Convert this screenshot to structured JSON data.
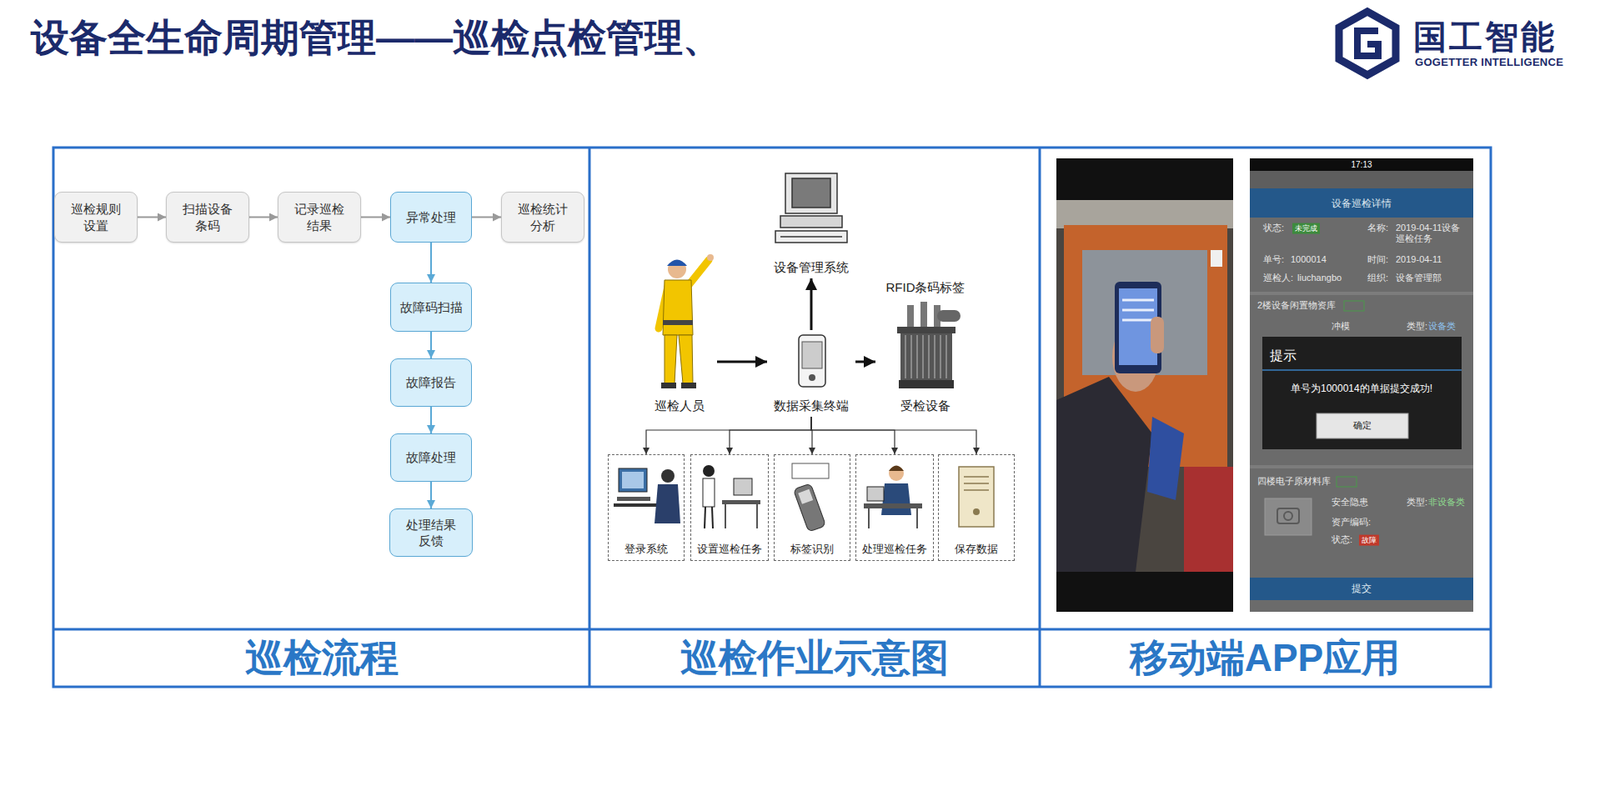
{
  "diagram": {
    "title": "设备全生命周期管理——巡检点检管理、",
    "nodes": [
      {
        "text": [
          "巡检规则设置"
        ]
      },
      {
        "text": [
          "扫描设备条码"
        ]
      },
      {
        "text": [
          "记录巡检结果"
        ]
      },
      {
        "text": [
          "异常处理"
        ]
      },
      {
        "text": [
          "巡检统计分析"
        ]
      },
      {
        "text": [
          "故障码扫描"
        ]
      },
      {
        "text": [
          "故障报告"
        ]
      },
      {
        "text": [
          "故障处理"
        ]
      },
      {
        "text": [
          "处理结果反馈"
        ]
      },
      {
        "text": [
          "设备管理系统"
        ]
      },
      {
        "text": [
          "巡检人员"
        ]
      },
      {
        "text": [
          "数据采集终端"
        ]
      },
      {
        "text": [
          "RFID条码标签",
          "受检设备"
        ]
      },
      {
        "text": [
          "登录系统"
        ]
      },
      {
        "text": [
          "设置巡检任务"
        ]
      },
      {
        "text": [
          "标签识别"
        ]
      },
      {
        "text": [
          "处理巡检任务"
        ]
      },
      {
        "text": [
          "保存数据"
        ]
      }
    ],
    "edges": [
      {
        "from": 0,
        "to": 1,
        "arrow": "to"
      },
      {
        "from": 1,
        "to": 2,
        "arrow": "to"
      },
      {
        "from": 2,
        "to": 3,
        "arrow": "to"
      },
      {
        "from": 3,
        "to": 4,
        "arrow": "to"
      },
      {
        "from": 3,
        "to": 5,
        "arrow": "to"
      },
      {
        "from": 5,
        "to": 6,
        "arrow": "to"
      },
      {
        "from": 6,
        "to": 7,
        "arrow": "to"
      },
      {
        "from": 7,
        "to": 8,
        "arrow": "to"
      },
      {
        "from": 10,
        "to": 11,
        "arrow": "to"
      },
      {
        "from": 11,
        "to": 12,
        "arrow": "to"
      },
      {
        "from": 11,
        "to": 9,
        "arrow": "to"
      },
      {
        "from": 11,
        "to": 13,
        "arrow": "to"
      },
      {
        "from": 11,
        "to": 14,
        "arrow": "to"
      },
      {
        "from": 11,
        "to": 15,
        "arrow": "to"
      },
      {
        "from": 11,
        "to": 16,
        "arrow": "to"
      },
      {
        "from": 11,
        "to": 17,
        "arrow": "to"
      }
    ],
    "labels": [
      "国工智能",
      "GOGETTER INTELLIGENCE",
      "巡检流程",
      "巡检作业示意图",
      "移动端APP应用",
      "17:13",
      "设备巡检详情",
      "状态:",
      "未完成",
      "名称:",
      "2019-04-11设备巡检任务",
      "单号:",
      "1000014",
      "时间:",
      "2019-04-11",
      "巡检人:",
      "liuchangbo",
      "组织:",
      "设备管理部",
      "2楼设备闲置物资库",
      "冲模",
      "类型:",
      "设备类",
      "提示",
      "单号为1000014的单据提交成功!",
      "确定",
      "四楼电子原材料库",
      "安全隐患",
      "类型:",
      "非设备类",
      "资产编码:",
      "状态:",
      "故障",
      "提交"
    ]
  }
}
